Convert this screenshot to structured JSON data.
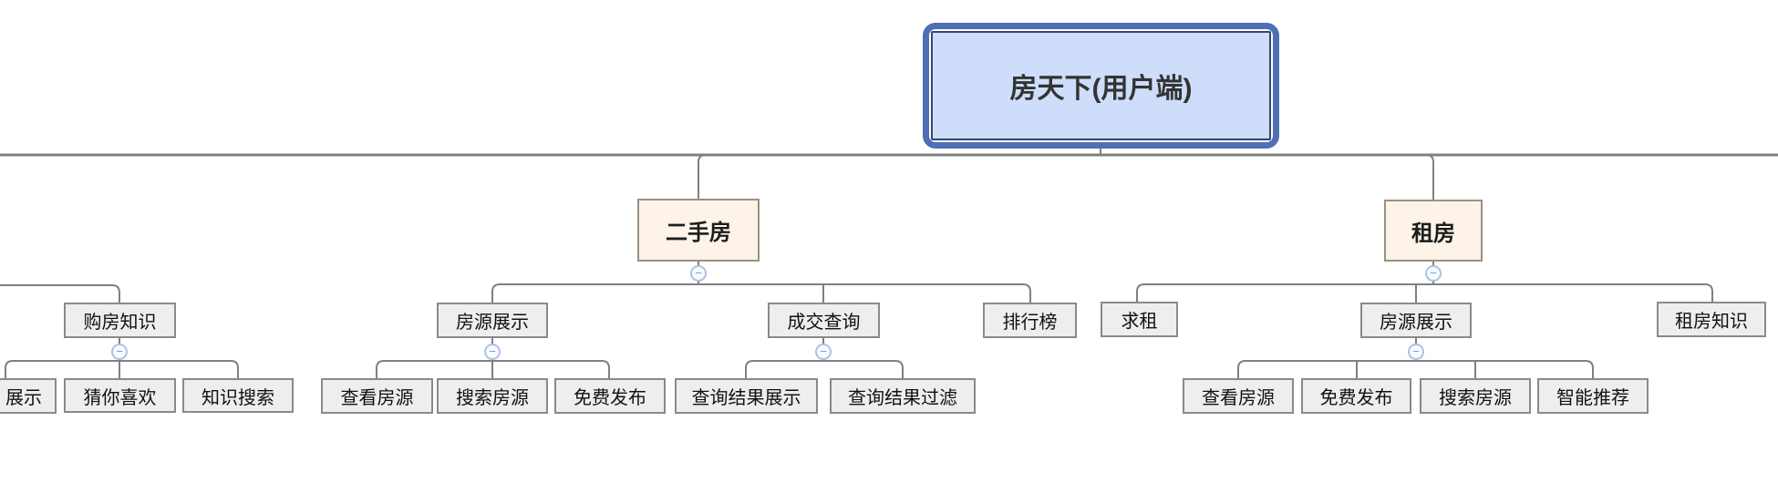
{
  "title": "房天下(用户端)",
  "icons": {
    "collapse_glyph": "−"
  },
  "colors": {
    "root_fill": "#cdddfa",
    "root_outer_border": "#4e6fb6",
    "root_inner_border": "#37466b",
    "branch_fill": "#fdf3e8",
    "branch_border": "#9a9083",
    "topic_fill": "#eeeeee",
    "topic_border": "#8a8a8a",
    "connector_line": "#808080",
    "collapse_border": "#a9c3e6",
    "collapse_glyph_color": "#7d94b5"
  },
  "tree": {
    "root": {
      "label": "房天下(用户端)"
    },
    "branches": [
      {
        "parent_offscreen_left": true,
        "children": [
          {
            "label": "购房知识",
            "children": [
              {
                "label": "展示",
                "cut_off_left": true
              },
              {
                "label": "猜你喜欢"
              },
              {
                "label": "知识搜索"
              }
            ]
          }
        ]
      },
      {
        "label": "二手房",
        "children": [
          {
            "label": "房源展示",
            "children": [
              {
                "label": "查看房源"
              },
              {
                "label": "搜索房源"
              },
              {
                "label": "免费发布"
              }
            ]
          },
          {
            "label": "成交查询",
            "children": [
              {
                "label": "查询结果展示"
              },
              {
                "label": "查询结果过滤"
              }
            ]
          },
          {
            "label": "排行榜"
          }
        ]
      },
      {
        "label": "租房",
        "children": [
          {
            "label": "求租"
          },
          {
            "label": "房源展示",
            "children": [
              {
                "label": "查看房源"
              },
              {
                "label": "免费发布"
              },
              {
                "label": "搜索房源"
              },
              {
                "label": "智能推荐"
              }
            ]
          },
          {
            "label": "租房知识"
          }
        ]
      }
    ]
  }
}
